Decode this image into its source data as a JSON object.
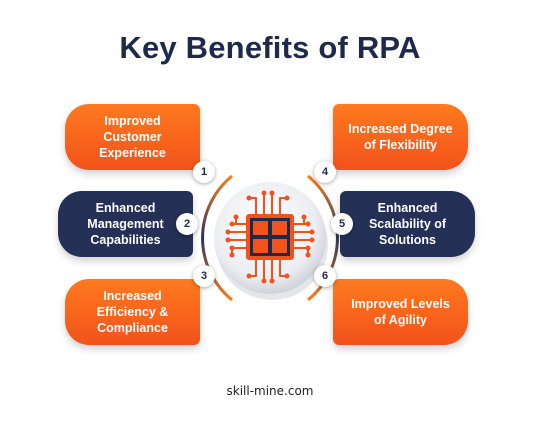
{
  "title": "Key Benefits of RPA",
  "benefits": [
    {
      "number": "1",
      "label": "Improved Customer Experience"
    },
    {
      "number": "2",
      "label": "Enhanced Management Capabilities"
    },
    {
      "number": "3",
      "label": "Increased Efficiency & Compliance"
    },
    {
      "number": "4",
      "label": "Increased Degree of Flexibility"
    },
    {
      "number": "5",
      "label": "Enhanced Scalability of Solutions"
    },
    {
      "number": "6",
      "label": "Improved Levels of Agility"
    }
  ],
  "center_icon": "processor-chip-icon",
  "footer": "skill-mine.com",
  "colors": {
    "orange": "#f2521b",
    "navy": "#243056",
    "title": "#1e2a4c"
  }
}
